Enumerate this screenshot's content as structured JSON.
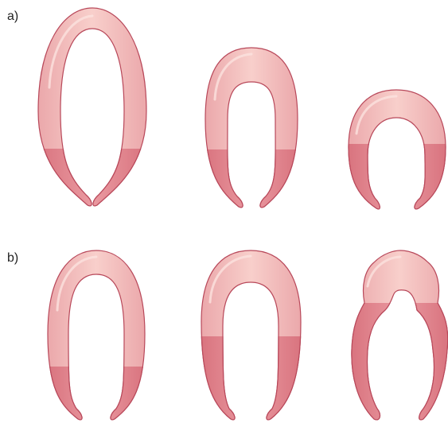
{
  "panels": [
    {
      "label": "a)",
      "shapes": [
        {
          "name": "tall-narrow-loop"
        },
        {
          "name": "medium-loop"
        },
        {
          "name": "short-wide-loop"
        }
      ]
    },
    {
      "label": "b)",
      "shapes": [
        {
          "name": "tall-narrow-loop"
        },
        {
          "name": "medium-wide-loop"
        },
        {
          "name": "constricted-loop"
        }
      ]
    }
  ],
  "colors": {
    "upper_fill": "#f3bcbc",
    "lower_fill": "#e28a92",
    "outline": "#b8485a",
    "highlight": "#fbe2df"
  }
}
